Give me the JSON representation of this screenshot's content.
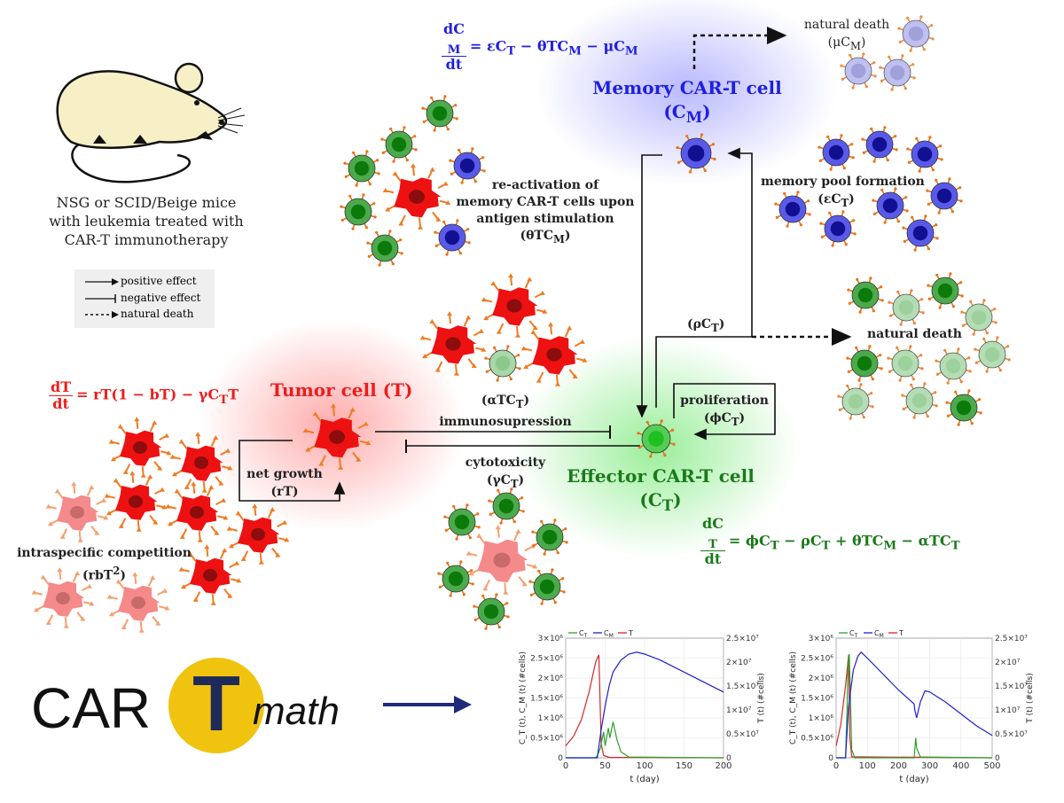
{
  "mouse_caption": [
    "NSG or SCID/Beige mice",
    "with leukemia treated with",
    "CAR-T immunotherapy"
  ],
  "legend": {
    "positive": "positive effect",
    "negative": "negative effect",
    "death": "natural death"
  },
  "memory": {
    "title": "Memory CAR-T cell",
    "symbol": "(C",
    "symbol_sub": "M",
    "eq_lhs_num": "dC",
    "eq_lhs_num_sub": "M",
    "eq_lhs_den": "dt",
    "eq_rhs": "= εC",
    "eq_rhs_tail": "T",
    "eq_rhs2": " − θTC",
    "eq_rhs2_tail": "M",
    "eq_rhs3": " − μC",
    "eq_rhs3_tail": "M",
    "death_label": "natural death",
    "death_term": "(μC",
    "death_term_sub": "M",
    "pool_label": "memory pool formation",
    "pool_term": "(εC",
    "pool_term_sub": "T",
    "reactivation": [
      "re-activation of",
      "memory CAR-T cells upon",
      "antigen stimulation"
    ],
    "reactivation_term": "(θTC",
    "reactivation_term_sub": "M"
  },
  "effector": {
    "title": "Effector CAR-T cell",
    "symbol": "(C",
    "symbol_sub": "T",
    "eq_lhs_num": "dC",
    "eq_lhs_num_sub": "T",
    "eq_lhs_den": "dt",
    "eq_rhs": "= ϕC",
    "eq_t1": "T",
    "eq_rhs2": " − ρC",
    "eq_t2": "T",
    "eq_rhs3": " + θTC",
    "eq_t3": "M",
    "eq_rhs4": " − αTC",
    "eq_t4": "T",
    "rho_term": "(ρC",
    "rho_term_sub": "T",
    "death_label": "natural death",
    "prolif_label": "proliferation",
    "prolif_term": "(ϕC",
    "prolif_term_sub": "T"
  },
  "tumor": {
    "title": "Tumor cell (T)",
    "eq_lhs_num": "dT",
    "eq_lhs_den": "dt",
    "eq_rhs": "= rT(1 − bT) − γC",
    "eq_rhs_sub": "T",
    "eq_rhs_tail": "T",
    "growth_label": "net growth",
    "growth_term": "(rT)",
    "competition_label": "intraspecific competition",
    "competition_term": "(rbT",
    "competition_sup": "2",
    "immuno_term": "(αTC",
    "immuno_term_sub": "T",
    "immuno_label": "immunosupression",
    "cyto_label": "cytotoxicity",
    "cyto_term": "(γC",
    "cyto_term_sub": "T"
  },
  "logo": {
    "left": "CAR",
    "badge": "T",
    "right": "math",
    "badge_color": "#f0c30f",
    "badge_letter_color": "#1e2a5a"
  },
  "colors": {
    "memory": "#1f1fe0",
    "effector": "#1a7a1a",
    "tumor": "#ee1c1c"
  },
  "chart_data": [
    {
      "type": "line",
      "legend": [
        "C",
        "C",
        "T"
      ],
      "legend_subs": [
        "T",
        "M",
        ""
      ],
      "legend_colors": [
        "#2ca02c",
        "#1f1fd0",
        "#d62728"
      ],
      "xlabel": "t (day)",
      "ylabel_left": "C_T (t), C_M (t) (#cells)",
      "ylabel_right": "T (t) (#cells)",
      "xticks": [
        "0",
        "50",
        "100",
        "150",
        "200"
      ],
      "xlim": [
        0,
        200
      ],
      "yticks_left": [
        "0",
        "0.5×10⁶",
        "1×10⁶",
        "1.5×10⁶",
        "2×10⁶",
        "2.5×10⁶",
        "3×10⁶"
      ],
      "ylim_left": [
        0,
        3000000
      ],
      "yticks_right": [
        "0",
        "0.5×10⁷",
        "1×10⁷",
        "1.5×10⁷",
        "2×10⁷",
        "2.5×10⁷"
      ],
      "ylim_right": [
        0,
        25000000
      ],
      "series": [
        {
          "axis": "right",
          "color": "#d62728",
          "points": [
            [
              0,
              2500000
            ],
            [
              10,
              4500000
            ],
            [
              20,
              8000000
            ],
            [
              30,
              14000000
            ],
            [
              38,
              20000000
            ],
            [
              42,
              21500000
            ],
            [
              45,
              3000000
            ],
            [
              48,
              500000
            ],
            [
              55,
              100000
            ],
            [
              200,
              0
            ]
          ]
        },
        {
          "axis": "left",
          "color": "#2ca02c",
          "points": [
            [
              0,
              0
            ],
            [
              38,
              0
            ],
            [
              40,
              50000
            ],
            [
              44,
              250000
            ],
            [
              48,
              650000
            ],
            [
              50,
              300000
            ],
            [
              54,
              750000
            ],
            [
              56,
              500000
            ],
            [
              60,
              900000
            ],
            [
              65,
              450000
            ],
            [
              70,
              150000
            ],
            [
              80,
              20000
            ],
            [
              200,
              0
            ]
          ]
        },
        {
          "axis": "left",
          "color": "#1f1fd0",
          "points": [
            [
              0,
              0
            ],
            [
              40,
              0
            ],
            [
              45,
              700000
            ],
            [
              50,
              1300000
            ],
            [
              55,
              1800000
            ],
            [
              60,
              2150000
            ],
            [
              70,
              2450000
            ],
            [
              80,
              2600000
            ],
            [
              90,
              2650000
            ],
            [
              100,
              2600000
            ],
            [
              120,
              2450000
            ],
            [
              140,
              2250000
            ],
            [
              160,
              2050000
            ],
            [
              180,
              1850000
            ],
            [
              200,
              1650000
            ]
          ]
        }
      ]
    },
    {
      "type": "line",
      "legend": [
        "C",
        "C",
        "T"
      ],
      "legend_subs": [
        "T",
        "M",
        ""
      ],
      "legend_colors": [
        "#2ca02c",
        "#1f1fd0",
        "#d62728"
      ],
      "xlabel": "t (day)",
      "ylabel_left": "C_T (t), C_M (t) (#cells)",
      "ylabel_right": "T (t) (#cells)",
      "xticks": [
        "0",
        "100",
        "200",
        "300",
        "400",
        "500"
      ],
      "xlim": [
        0,
        500
      ],
      "yticks_left": [
        "0",
        "0.5×10⁶",
        "1×10⁶",
        "1.5×10⁶",
        "2×10⁶",
        "2.5×10⁶",
        "3×10⁶"
      ],
      "ylim_left": [
        0,
        3000000
      ],
      "yticks_right": [
        "0",
        "0.5×10⁷",
        "1×10⁷",
        "1.5×10⁷",
        "2×10⁷",
        "2.5×10⁷"
      ],
      "ylim_right": [
        0,
        25000000
      ],
      "series": [
        {
          "axis": "right",
          "color": "#d62728",
          "points": [
            [
              0,
              2500000
            ],
            [
              15,
              7000000
            ],
            [
              30,
              15000000
            ],
            [
              40,
              21500000
            ],
            [
              44,
              4000000
            ],
            [
              50,
              200000
            ],
            [
              500,
              0
            ]
          ]
        },
        {
          "axis": "left",
          "color": "#2ca02c",
          "points": [
            [
              0,
              0
            ],
            [
              30,
              0
            ],
            [
              35,
              1200000
            ],
            [
              38,
              2400000
            ],
            [
              42,
              2600000
            ],
            [
              46,
              1500000
            ],
            [
              50,
              200000
            ],
            [
              60,
              0
            ],
            [
              250,
              0
            ],
            [
              255,
              500000
            ],
            [
              258,
              250000
            ],
            [
              270,
              20000
            ],
            [
              500,
              0
            ]
          ]
        },
        {
          "axis": "left",
          "color": "#1f1fd0",
          "points": [
            [
              0,
              0
            ],
            [
              30,
              0
            ],
            [
              40,
              1300000
            ],
            [
              55,
              2200000
            ],
            [
              70,
              2550000
            ],
            [
              80,
              2650000
            ],
            [
              100,
              2500000
            ],
            [
              150,
              2100000
            ],
            [
              200,
              1700000
            ],
            [
              250,
              1350000
            ],
            [
              252,
              1200000
            ],
            [
              258,
              1000000
            ],
            [
              270,
              1400000
            ],
            [
              285,
              1680000
            ],
            [
              300,
              1650000
            ],
            [
              350,
              1400000
            ],
            [
              400,
              1100000
            ],
            [
              450,
              800000
            ],
            [
              500,
              560000
            ]
          ]
        }
      ]
    }
  ]
}
